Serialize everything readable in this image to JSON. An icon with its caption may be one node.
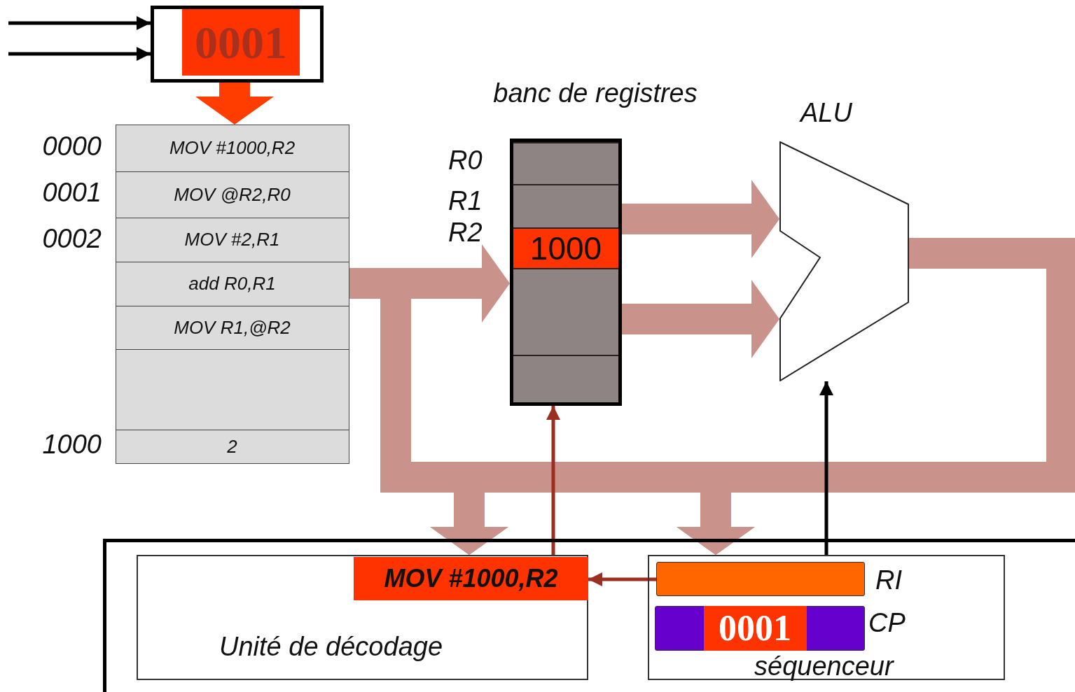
{
  "diagram": {
    "nodes": [
      {
        "text": [
          "0001"
        ]
      },
      {
        "text": [],
        "shape": "box"
      },
      {
        "text": [
          "MOV #1000,R2"
        ],
        "in": 1
      },
      {
        "text": [
          "MOV @R2,R0"
        ],
        "in": 1
      },
      {
        "text": [
          "MOV #2,R1"
        ],
        "in": 1
      },
      {
        "text": [
          "add R0,R1"
        ],
        "in": 1
      },
      {
        "text": [
          "MOV R1,@R2"
        ],
        "in": 1
      },
      {
        "text": [],
        "shape": "box",
        "in": 1
      },
      {
        "text": [
          "2"
        ],
        "in": 1
      },
      {
        "text": [
          "banc de registres"
        ]
      },
      {
        "text": [],
        "shape": "box",
        "in": 9,
        "beside": [
          "R0"
        ]
      },
      {
        "text": [],
        "shape": "box",
        "in": 9,
        "beside": [
          "R1"
        ]
      },
      {
        "text": [
          "1000"
        ],
        "in": 9,
        "beside": [
          "R2"
        ]
      },
      {
        "text": [],
        "shape": "box",
        "in": 9
      },
      {
        "text": [],
        "shape": "box",
        "in": 9
      },
      {
        "text": [
          "ALU"
        ]
      },
      {
        "text": [],
        "shape": "box"
      },
      {
        "text": [
          "Unité de décodage"
        ],
        "in": 16
      },
      {
        "text": [
          "MOV #1000,R2"
        ],
        "in": 17
      },
      {
        "text": [
          "séquenceur"
        ],
        "in": 16
      },
      {
        "text": [],
        "shape": "bar",
        "in": 19,
        "beside": [
          "RI"
        ]
      },
      {
        "text": [],
        "shape": "bar",
        "in": 19,
        "beside": [
          "CP"
        ]
      },
      {
        "text": [
          "0001"
        ],
        "in": 21
      }
    ],
    "edges": [
      {
        "from": null,
        "to": 0,
        "arrow": "to",
        "color": "#000000"
      },
      {
        "from": null,
        "to": 0,
        "arrow": "to",
        "color": "#000000"
      },
      {
        "from": 0,
        "to": 1,
        "arrow": "to",
        "style": "thick",
        "color": "#ff3d00"
      },
      {
        "from": 1,
        "to": 9,
        "arrow": "to",
        "style": "thick"
      },
      {
        "from": 1,
        "to": 17,
        "arrow": "to",
        "style": "thick"
      },
      {
        "from": 1,
        "to": 19,
        "arrow": "to",
        "style": "thick"
      },
      {
        "from": 9,
        "to": 15,
        "arrow": "to",
        "style": "thick"
      },
      {
        "from": 9,
        "to": 15,
        "arrow": "to",
        "style": "thick"
      },
      {
        "from": 15,
        "to": 17,
        "arrow": "to",
        "style": "thick"
      },
      {
        "from": 15,
        "to": 19,
        "arrow": "to",
        "style": "thick"
      },
      {
        "from": 17,
        "to": 9,
        "arrow": "to",
        "color": "#9b2f22"
      },
      {
        "from": 19,
        "to": 15,
        "arrow": "to",
        "color": "#000000"
      },
      {
        "from": 20,
        "to": 18,
        "arrow": "to",
        "color": "#9b2f22"
      }
    ],
    "labels": [
      "0000",
      "0001",
      "0002",
      "1000"
    ]
  }
}
